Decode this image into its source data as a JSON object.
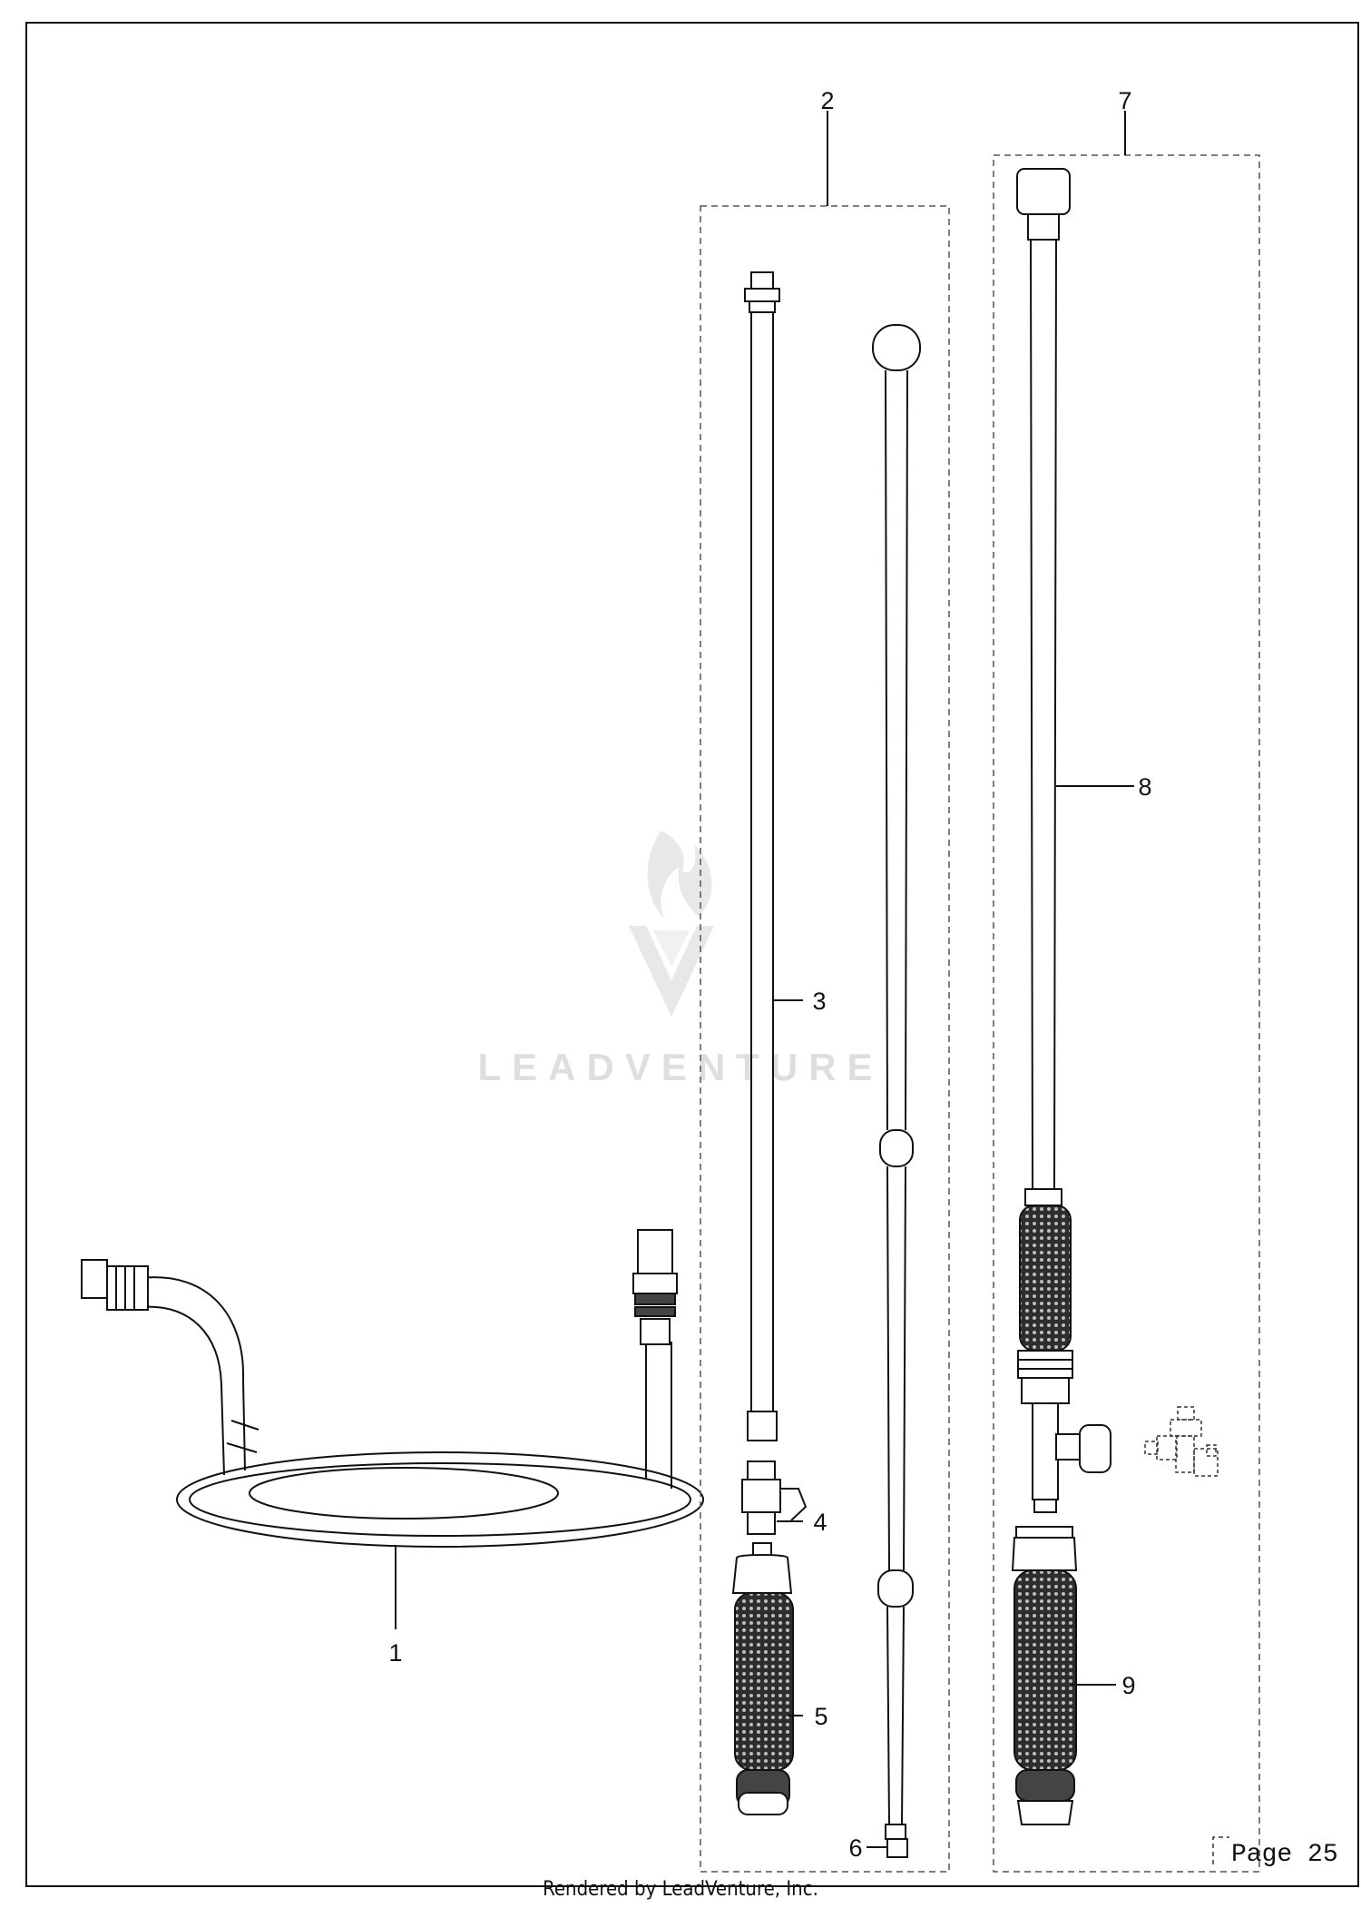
{
  "diagram": {
    "callouts": [
      {
        "id": "1",
        "text": "1"
      },
      {
        "id": "2",
        "text": "2"
      },
      {
        "id": "3",
        "text": "3"
      },
      {
        "id": "4",
        "text": "4"
      },
      {
        "id": "5",
        "text": "5"
      },
      {
        "id": "6",
        "text": "6"
      },
      {
        "id": "7",
        "text": "7"
      },
      {
        "id": "8",
        "text": "8"
      },
      {
        "id": "9",
        "text": "9"
      }
    ],
    "page_label": "Page 25",
    "watermark": "LEADVENTURE",
    "footer": "Rendered by LeadVenture, Inc."
  },
  "colors": {
    "line": "#111111",
    "grip_fill": "#3a3a3a",
    "watermark": "#e3e3e3"
  }
}
